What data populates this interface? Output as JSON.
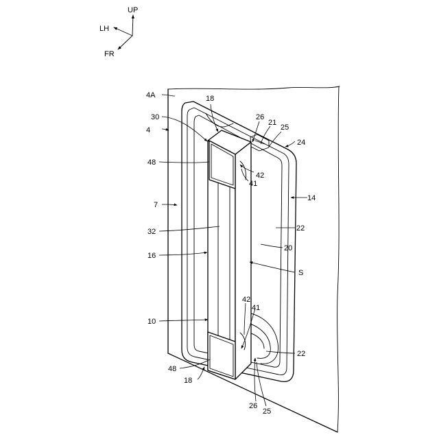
{
  "axes": {
    "up": "UP",
    "lh": "LH",
    "fr": "FR"
  },
  "labels": {
    "l_4A": "4A",
    "l_4": "4",
    "l_7": "7",
    "l_30": "30",
    "l_48a": "48",
    "l_32": "32",
    "l_16": "16",
    "l_10": "10",
    "l_48b": "48",
    "l_18a": "18",
    "l_18b": "18",
    "l_26a": "26",
    "l_21": "21",
    "l_25a": "25",
    "l_24": "24",
    "l_42a": "42",
    "l_41a": "41",
    "l_14": "14",
    "l_22a": "22",
    "l_20": "20",
    "l_S": "S",
    "l_42b": "42",
    "l_41b": "41",
    "l_22b": "22",
    "l_26b": "26",
    "l_25b": "25"
  }
}
